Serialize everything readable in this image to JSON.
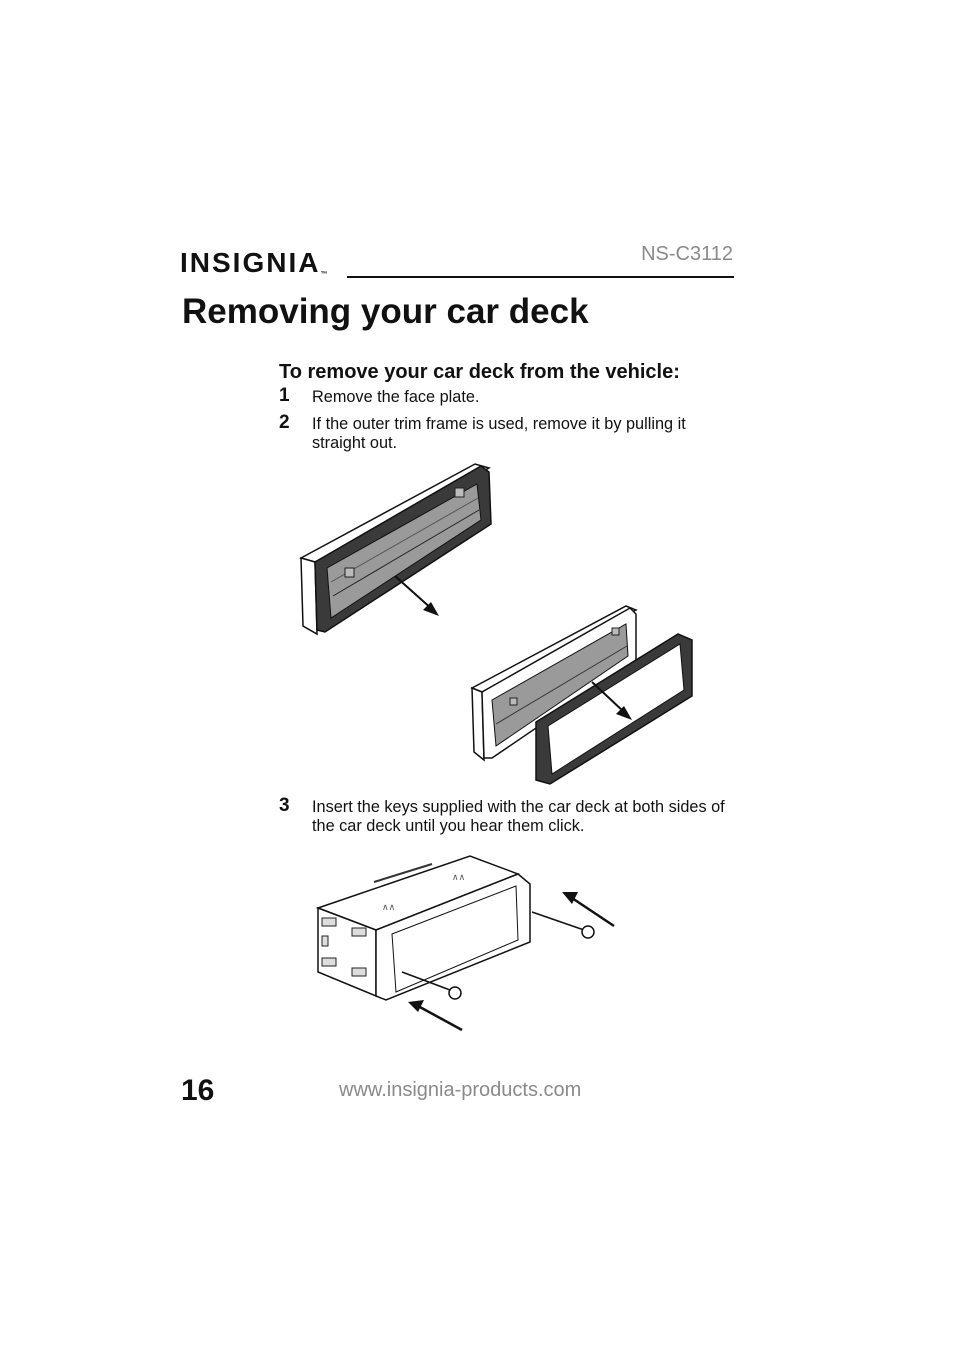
{
  "header": {
    "brand": "INSIGNIA",
    "trademark": "™",
    "model": "NS-C3112"
  },
  "title": "Removing your car deck",
  "section": {
    "heading": "To remove your car deck from the vehicle:",
    "steps": [
      {
        "number": "1",
        "text": "Remove the face plate."
      },
      {
        "number": "2",
        "text": "If the outer trim frame is used, remove it by pulling it straight out."
      },
      {
        "number": "3",
        "text": "Insert the keys supplied with the car deck at both sides of the car deck until you hear them click."
      }
    ]
  },
  "figures": {
    "faceplate_removal": {
      "icon": "faceplate-removal-illustration"
    },
    "trim_frame_removal": {
      "icon": "trim-frame-removal-illustration"
    },
    "key_insertion": {
      "icon": "key-insertion-illustration"
    }
  },
  "footer": {
    "page_number": "16",
    "url": "www.insignia-products.com"
  },
  "colors": {
    "text": "#111111",
    "muted": "#8a8a8a",
    "frame_dark": "#3a3a3a",
    "panel_gray": "#9a9a9a"
  }
}
